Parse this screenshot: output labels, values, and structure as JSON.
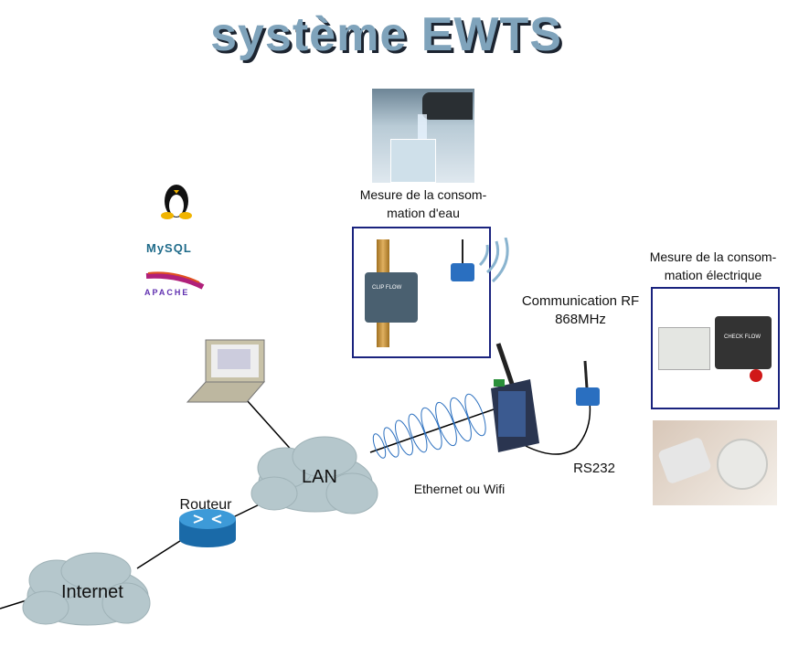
{
  "title": "système EWTS",
  "labels": {
    "water": [
      "Mesure de la consom-",
      "mation d'eau"
    ],
    "electric": [
      "Mesure de la consom-",
      "mation électrique"
    ],
    "rf": [
      "Communication RF",
      "868MHz"
    ],
    "rs232": "RS232",
    "ethernet": "Ethernet ou Wifi",
    "lan": "LAN",
    "router": "Routeur",
    "internet": "Internet"
  },
  "logos": {
    "linux": "Linux",
    "mysql": "MySQL",
    "apache": "APACHE"
  },
  "device_labels": {
    "water_meter": "CLIP FLOW",
    "electric_meter": "CHECK FLOW"
  },
  "colors": {
    "title": "#7fa3bb",
    "box_border": "#1a237e",
    "cloud": "#b5c7cc",
    "router": "#1f7fbf"
  }
}
